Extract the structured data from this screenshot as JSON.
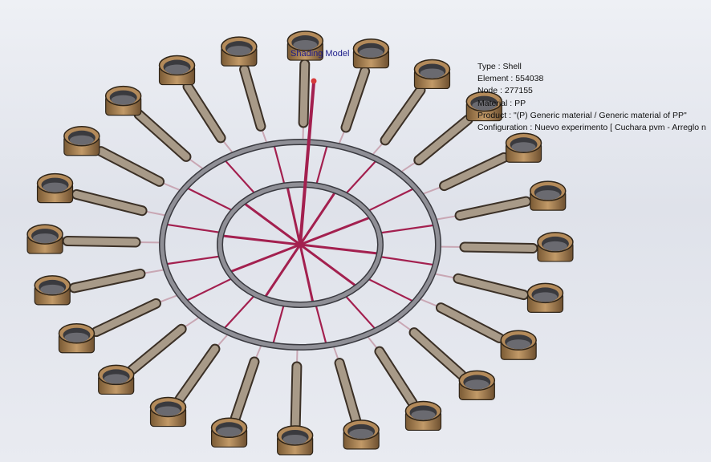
{
  "view": {
    "title": "Shading Model"
  },
  "info_panel": {
    "lines": [
      "Type : Shell",
      "Element : 554038",
      "Node : 277155",
      "Material : PP",
      "Product :   \"(P)  Generic material / Generic material of PP\"",
      "Configuration : Nuevo experimento [ Cuchara pvm - Arreglo n"
    ]
  },
  "model": {
    "part_count": 24,
    "colors": {
      "background_top": "#eef0f5",
      "part_body": "#b38a5a",
      "part_handle": "#a89a88",
      "runner_ring": "#8f8f96",
      "feed_runner": "#a3204f",
      "injection_point": "#d63a3a",
      "title_text": "#1c1c8a"
    }
  }
}
